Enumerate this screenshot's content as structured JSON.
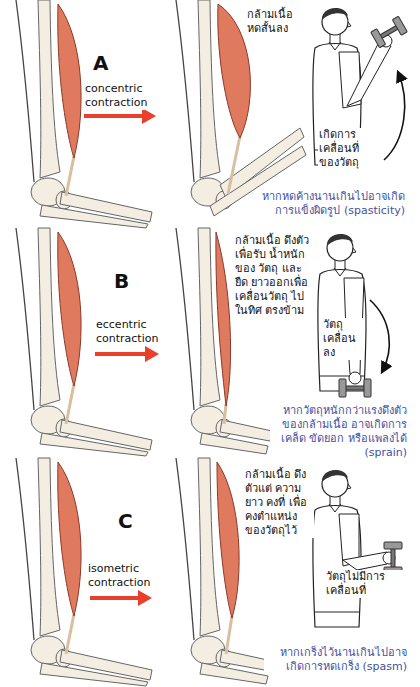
{
  "diagram": {
    "labels": [
      "A",
      "concentric contraction",
      "กล้ามเนื้อ หดสั้นลง",
      "เกิดการ เคลื่อนที่ ของวัตถุ",
      "หากหดค้างนานเกินไปอาจเกิด การแข็งผิดรูป (spasticity)",
      "B",
      "eccentric contraction",
      "กล้ามเนื้อ ดึงตัวเพื่อรับ น้ำหนักของ วัตถุ และยืด ยาวออกเพื่อ เคลื่อนวัตถุ ไปในทิศ ตรงข้าม",
      "วัตถุ เคลื่อน ลง",
      "หากวัตถุหนักกว่าแรงดึงตัว ของกล้ามเนื้อ อาจเกิดการ เคล็ด ขัดยอก หรือแพลงได้ (sprain)",
      "C",
      "isometric contraction",
      "กล้ามเนื้อ ดึงตัวแต่ ความยาว คงที่ เพื่อ คงตำแหน่ง ของวัตถุไว้",
      "วัตถุไม่มีการ เคลื่อนที่",
      "หากเกร็งไว้นานเกินไปอาจ เกิดการหดเกร็ง (spasm)"
    ]
  }
}
